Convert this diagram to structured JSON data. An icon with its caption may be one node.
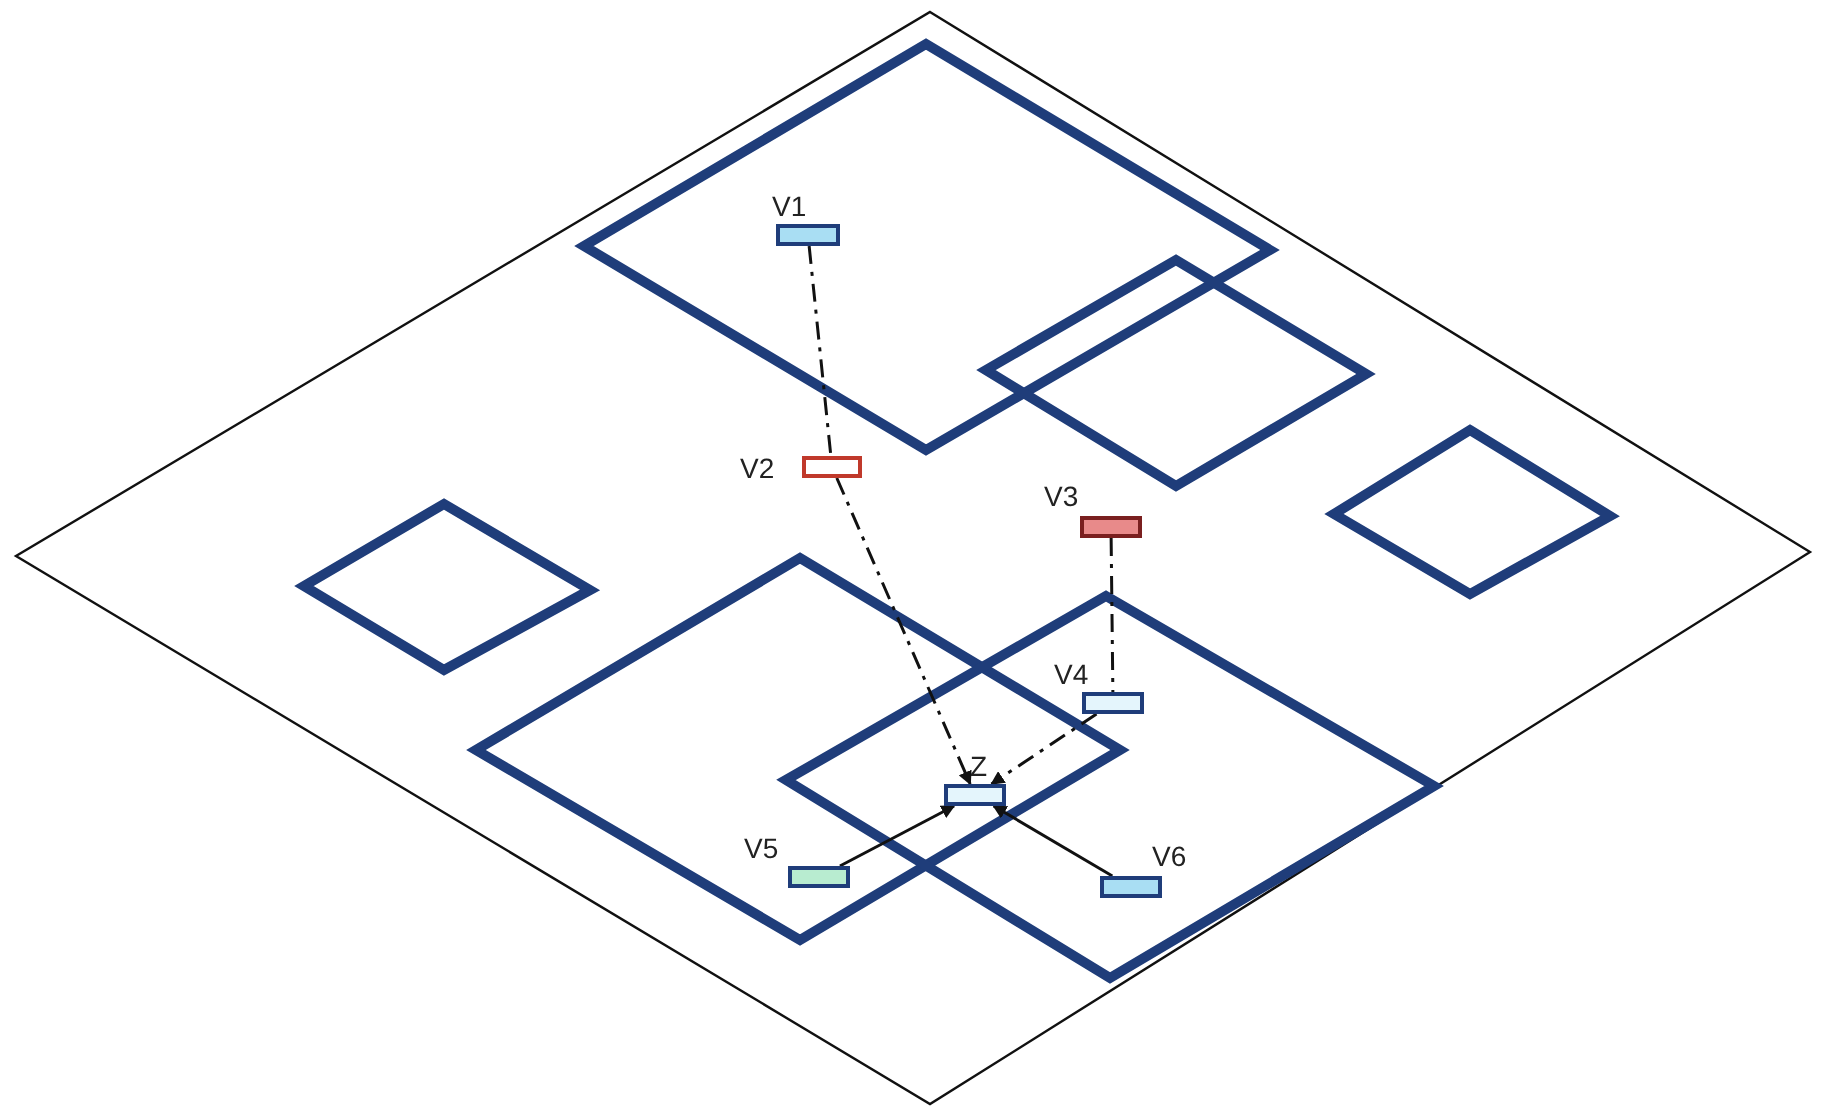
{
  "diagram": {
    "nodes": [
      {
        "text": [
          "V1"
        ]
      },
      {
        "text": [
          "V2"
        ]
      },
      {
        "text": [
          "V3"
        ]
      },
      {
        "text": [
          "V4"
        ]
      },
      {
        "text": [
          "Z"
        ]
      },
      {
        "text": [
          "V5"
        ]
      },
      {
        "text": [
          "V6"
        ]
      }
    ],
    "edges": [
      {
        "from": 0,
        "to": 1,
        "arrow": "none",
        "style": "dashed"
      },
      {
        "from": 1,
        "to": 4,
        "arrow": "to",
        "style": "dashed"
      },
      {
        "from": 2,
        "to": 3,
        "arrow": "none",
        "style": "dashed"
      },
      {
        "from": 3,
        "to": 4,
        "arrow": "to",
        "style": "dashed"
      },
      {
        "from": 5,
        "to": 4,
        "arrow": "to"
      },
      {
        "from": 6,
        "to": 4,
        "arrow": "to"
      }
    ]
  }
}
